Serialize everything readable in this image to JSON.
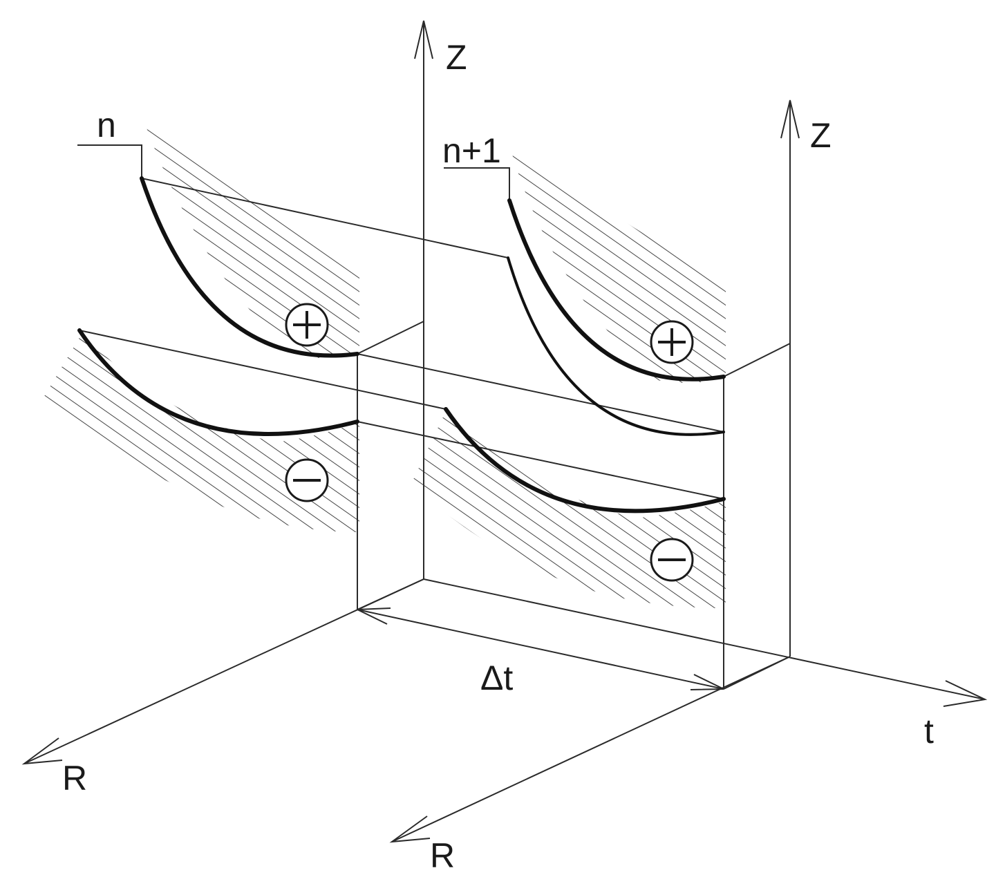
{
  "labels": {
    "z_left": "Z",
    "z_right": "Z",
    "layer_n": "n",
    "layer_n1": "n+1",
    "delta_t": "Δt",
    "axis_t": "t",
    "r_left": "R",
    "r_right": "R"
  },
  "signs": {
    "plus": "plus",
    "minus": "minus"
  },
  "colors": {
    "line": "#1a1a1a",
    "background": "#ffffff"
  }
}
